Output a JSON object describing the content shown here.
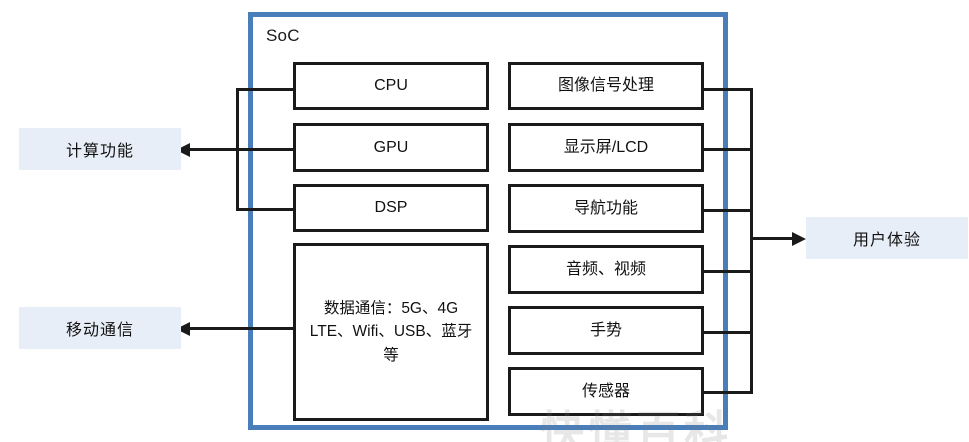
{
  "diagram": {
    "soc": {
      "label": "SoC",
      "border_color": "#4a7ebb"
    },
    "compute_blocks": [
      {
        "label": "CPU"
      },
      {
        "label": "GPU"
      },
      {
        "label": "DSP"
      }
    ],
    "comm_block": {
      "label": "数据通信：5G、4G LTE、Wifi、USB、蓝牙等"
    },
    "feature_blocks": [
      {
        "label": "图像信号处理"
      },
      {
        "label": "显示屏/LCD"
      },
      {
        "label": "导航功能"
      },
      {
        "label": "音频、视频"
      },
      {
        "label": "手势"
      },
      {
        "label": "传感器"
      }
    ],
    "tags": [
      {
        "label": "计算功能",
        "fill": "#e8eef8"
      },
      {
        "label": "移动通信",
        "fill": "#e8eef8"
      },
      {
        "label": "用户体验",
        "fill": "#e8eef8"
      }
    ],
    "watermark": "快懂百科"
  }
}
